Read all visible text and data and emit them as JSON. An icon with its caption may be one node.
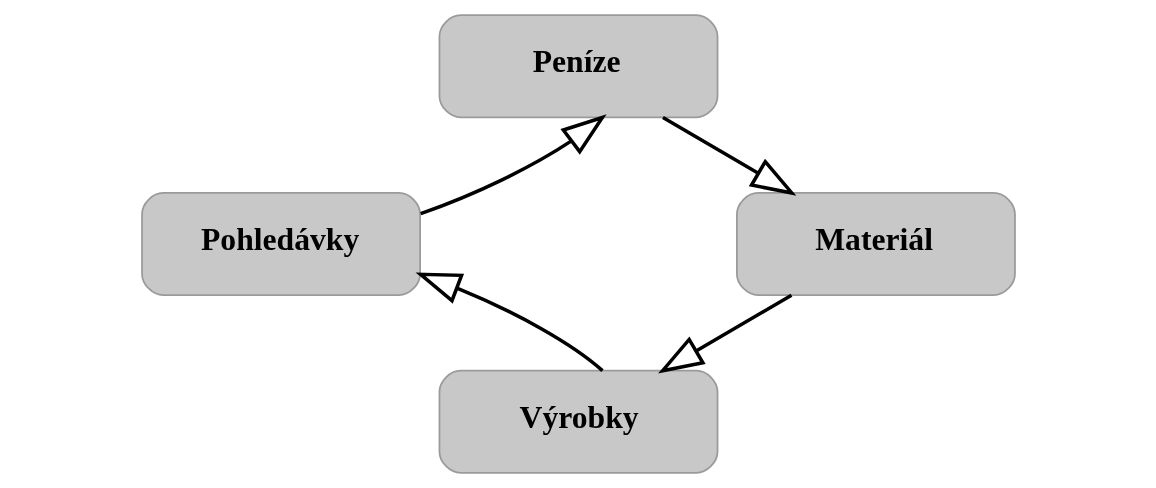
{
  "diagram": {
    "nodes": [
      {
        "text": [
          "Peníze"
        ]
      },
      {
        "text": [
          "Pohledávky"
        ]
      },
      {
        "text": [
          "Materiál"
        ]
      },
      {
        "text": [
          "Výrobky"
        ]
      }
    ],
    "edges": [
      {
        "from": 0,
        "to": 2,
        "arrow": "to"
      },
      {
        "from": 2,
        "to": 3,
        "arrow": "to"
      },
      {
        "from": 3,
        "to": 1,
        "arrow": "to"
      },
      {
        "from": 1,
        "to": 0,
        "arrow": "to"
      }
    ]
  }
}
